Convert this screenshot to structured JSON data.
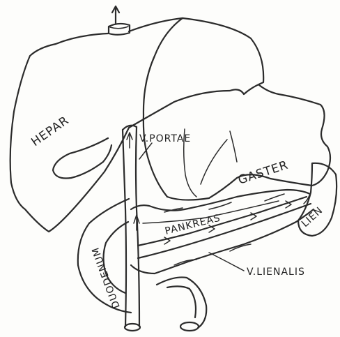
{
  "diagram": {
    "labels": {
      "hepar": "HEPAR",
      "v_portae": "V.PORTAE",
      "gaster": "GASTER",
      "pancreas": "PANKREAS",
      "lien": "LIEN",
      "duodenum": "DUODENUM",
      "v_lienalis": "V.LIENALIS"
    }
  }
}
